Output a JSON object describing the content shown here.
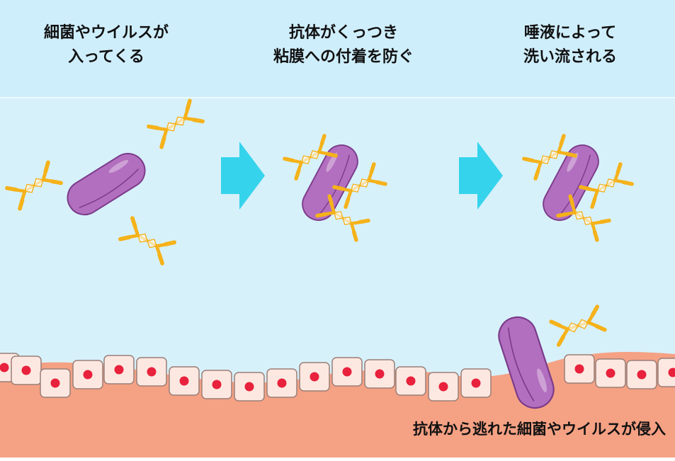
{
  "colors": {
    "fluid_top": "#cfeefc",
    "fluid": "#d7f1fb",
    "tissue": "#f5a184",
    "cell_fill": "#fde8e1",
    "cell_stroke": "#9a7f78",
    "nucleus": "#e8213c",
    "bacterium_fill": "#b36fbf",
    "bacterium_stroke": "#7b3b8a",
    "antibody": "#f5b21a",
    "arrow": "#36d4ec"
  },
  "captions": {
    "step1": {
      "line1": "細菌やウイルスが",
      "line2": "入ってくる"
    },
    "step2": {
      "line1": "抗体がくっつき",
      "line2": "粘膜への付着を防ぐ"
    },
    "step3": {
      "line1": "唾液によって",
      "line2": "洗い流される"
    },
    "bottom": "抗体から逃れた細菌やウイルスが侵入"
  },
  "icons": {
    "bacterium": "bacterium-icon",
    "antibody": "y-shaped-antibody-icon",
    "arrow": "right-arrow-icon",
    "cell": "epithelial-cell-icon"
  }
}
